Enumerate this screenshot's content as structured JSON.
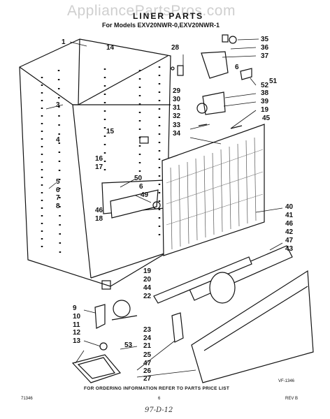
{
  "watermark": "AppliancePartsPros.com",
  "title": "LINER PARTS",
  "subtitle": "For Models EXV20NWR-0,EXV20NWR-1",
  "drawing_id": "VF-1346",
  "ordering_note": "FOR ORDERING INFORMATION REFER TO PARTS PRICE LIST",
  "footer": {
    "left": "71346",
    "center": "6",
    "right": "REV B"
  },
  "handwritten_note": "97-D-12",
  "callouts": [
    {
      "n": "1"
    },
    {
      "n": "14"
    },
    {
      "n": "28"
    },
    {
      "n": "35"
    },
    {
      "n": "36"
    },
    {
      "n": "37"
    },
    {
      "n": "3"
    },
    {
      "n": "6"
    },
    {
      "n": "51"
    },
    {
      "n": "29"
    },
    {
      "n": "52"
    },
    {
      "n": "30"
    },
    {
      "n": "38"
    },
    {
      "n": "39"
    },
    {
      "n": "31"
    },
    {
      "n": "32"
    },
    {
      "n": "19"
    },
    {
      "n": "45"
    },
    {
      "n": "33"
    },
    {
      "n": "34"
    },
    {
      "n": "4"
    },
    {
      "n": "15"
    },
    {
      "n": "16"
    },
    {
      "n": "17"
    },
    {
      "n": "5"
    },
    {
      "n": "6"
    },
    {
      "n": "7"
    },
    {
      "n": "8"
    },
    {
      "n": "50"
    },
    {
      "n": "6"
    },
    {
      "n": "49"
    },
    {
      "n": "46"
    },
    {
      "n": "18"
    },
    {
      "n": "40"
    },
    {
      "n": "41"
    },
    {
      "n": "46"
    },
    {
      "n": "42"
    },
    {
      "n": "47"
    },
    {
      "n": "43"
    },
    {
      "n": "19"
    },
    {
      "n": "20"
    },
    {
      "n": "44"
    },
    {
      "n": "22"
    },
    {
      "n": "9"
    },
    {
      "n": "10"
    },
    {
      "n": "11"
    },
    {
      "n": "12"
    },
    {
      "n": "13"
    },
    {
      "n": "23"
    },
    {
      "n": "24"
    },
    {
      "n": "21"
    },
    {
      "n": "53"
    },
    {
      "n": "25"
    },
    {
      "n": "47"
    },
    {
      "n": "26"
    },
    {
      "n": "27"
    }
  ]
}
